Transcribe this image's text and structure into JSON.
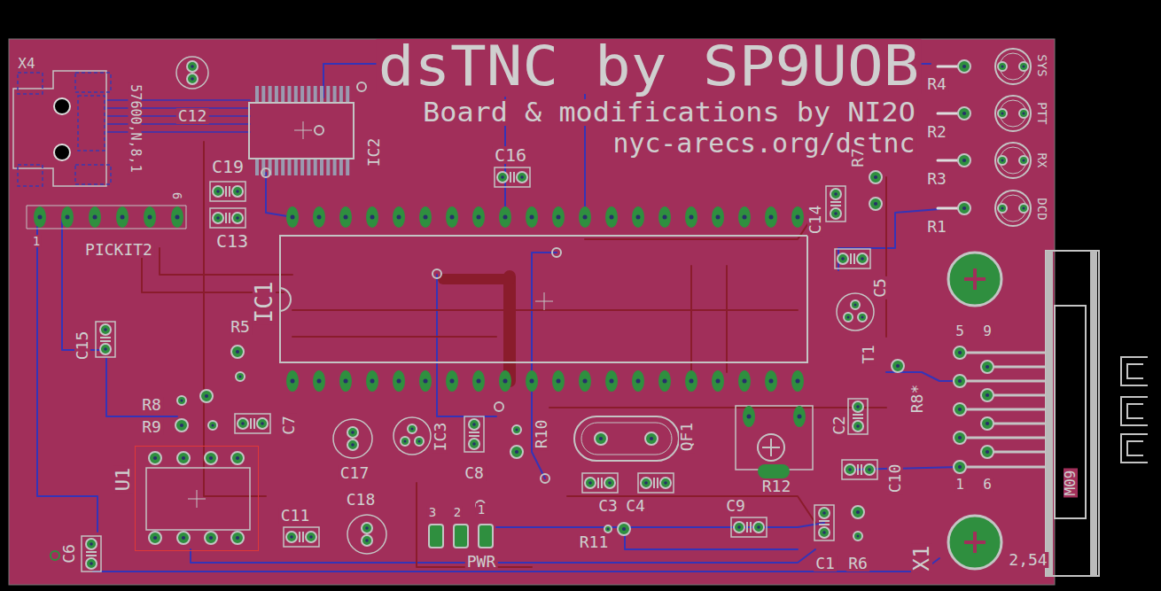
{
  "diagram": {
    "title": "dsTNC by SP9UOB",
    "nodes": [
      {
        "text": [
          "IC2"
        ]
      },
      {
        "text": [
          "IC1"
        ]
      },
      {
        "text": [
          "U1"
        ]
      }
    ],
    "labels": [
      "X4",
      "57600,N,8,1",
      "C12",
      "Board & modifications by NI2O",
      "nyc-arecs.org/dstnc",
      "R4",
      "SYS",
      "R2",
      "PTT",
      "C19",
      "C16",
      "R3",
      "RX",
      "R7",
      "C14",
      "R1",
      "DCD",
      "6",
      "C13",
      "1",
      "PICKIT2",
      "C5",
      "T1",
      "5",
      "9",
      "C15",
      "R5",
      "R8",
      "R8*",
      "R9",
      "C7",
      "IC3",
      "R10",
      "QF1",
      "C2",
      "C17",
      "C8",
      "R12",
      "C10",
      "1",
      "6",
      "M09",
      "C18",
      "C3",
      "C4",
      "C9",
      "3",
      "2",
      "1",
      "C11",
      "R11",
      "PWR",
      "C1",
      "R6",
      "X1",
      "2,54",
      "C6"
    ]
  }
}
